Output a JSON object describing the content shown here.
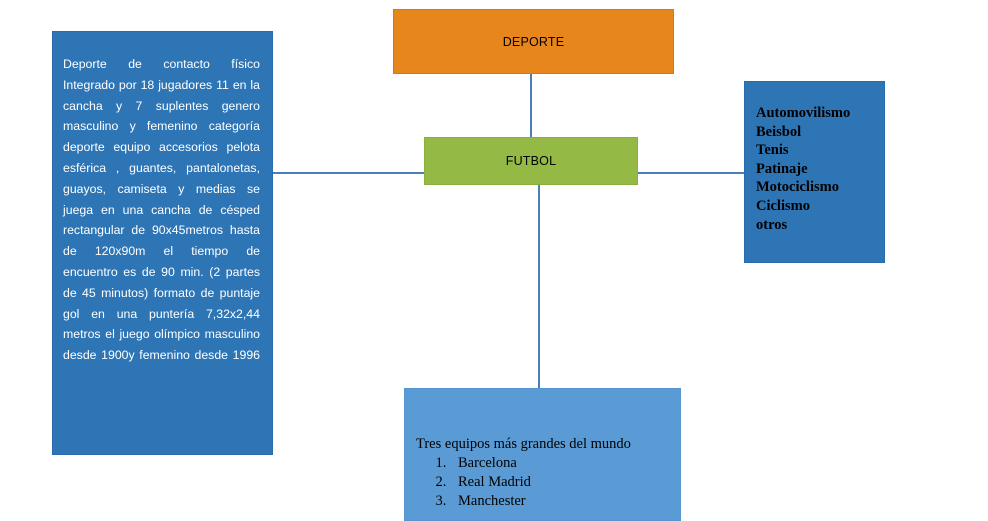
{
  "diagram": {
    "title_box": {
      "label": "DEPORTE",
      "color": "#e8861e"
    },
    "center_box": {
      "label": "FUTBOL",
      "color": "#94ba45"
    },
    "description_box": {
      "color": "#2e75b6",
      "text": "Deporte de contacto físico Integrado por 18 jugadores 11 en la cancha y 7 suplentes genero masculino y femenino categoría deporte equipo accesorios pelota esférica , guantes, pantalonetas, guayos, camiseta y medias se juega en una cancha de césped rectangular de 90x45metros hasta de 120x90m el tiempo de encuentro es de 90 min. (2 partes de 45 minutos) formato de puntaje gol en una puntería 7,32x2,44 metros el juego olímpico masculino desde 1900y femenino desde 1996"
    },
    "sports_box": {
      "color": "#2e75b6",
      "items": [
        "Automovilismo",
        "Beisbol",
        "Tenis",
        "Patinaje",
        "Motociclismo",
        "Ciclismo",
        "otros"
      ]
    },
    "teams_box": {
      "color": "#5b9bd5",
      "title": "Tres equipos más grandes del mundo",
      "items": [
        "Barcelona",
        "Real Madrid",
        "Manchester"
      ]
    },
    "connector_color": "#4a7ebb"
  }
}
